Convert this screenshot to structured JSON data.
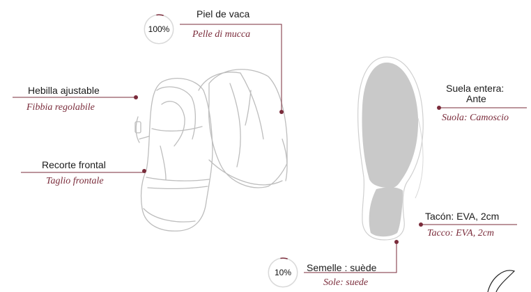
{
  "colors": {
    "accent": "#7a2b3a",
    "line": "#7a2b3a",
    "sketch": "#bdbdbd",
    "sole_fill": "#c9c9c9",
    "ring": "#d9d9d9"
  },
  "badges": [
    {
      "percent": 1.0,
      "label": "100%"
    },
    {
      "percent": 0.1,
      "label": "10%"
    }
  ],
  "callouts": {
    "material": {
      "primary": "Piel de vaca",
      "secondary": "Pelle di mucca"
    },
    "buckle": {
      "primary": "Hebilla ajustable",
      "secondary": "Fibbia regolabile"
    },
    "front_cut": {
      "primary": "Recorte frontal",
      "secondary": "Taglio frontale"
    },
    "sole": {
      "primary_line1": "Suela entera:",
      "primary_line2": "Ante",
      "secondary": "Suola: Camoscio"
    },
    "heel": {
      "primary": "Tacón: EVA, 2cm",
      "secondary": "Tacco: EVA, 2cm"
    },
    "outsole": {
      "primary": "Semelle : suède",
      "secondary": "Sole: suede"
    }
  }
}
